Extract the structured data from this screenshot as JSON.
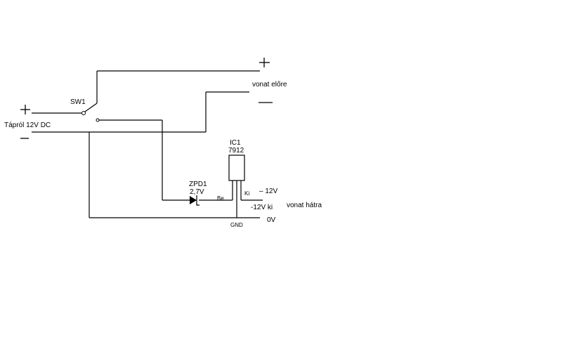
{
  "diagram": {
    "switch_label": "SW1",
    "ic_label": "IC1",
    "ic_part": "7912",
    "zener_label": "ZPD1",
    "zener_voltage": "2,7V",
    "pin_in": "Be",
    "pin_out": "Ki",
    "pin_gnd": "GND",
    "source_plus": "+",
    "source_minus": "—",
    "source_label": "Tápról 12V DC",
    "forward_plus": "+",
    "forward_label": "vonat előre",
    "forward_minus": "—",
    "out_minus12": "– 12V",
    "out_minus12_ki": "-12V ki",
    "reverse_label": "vonat hátra",
    "out_zero": "0V"
  }
}
